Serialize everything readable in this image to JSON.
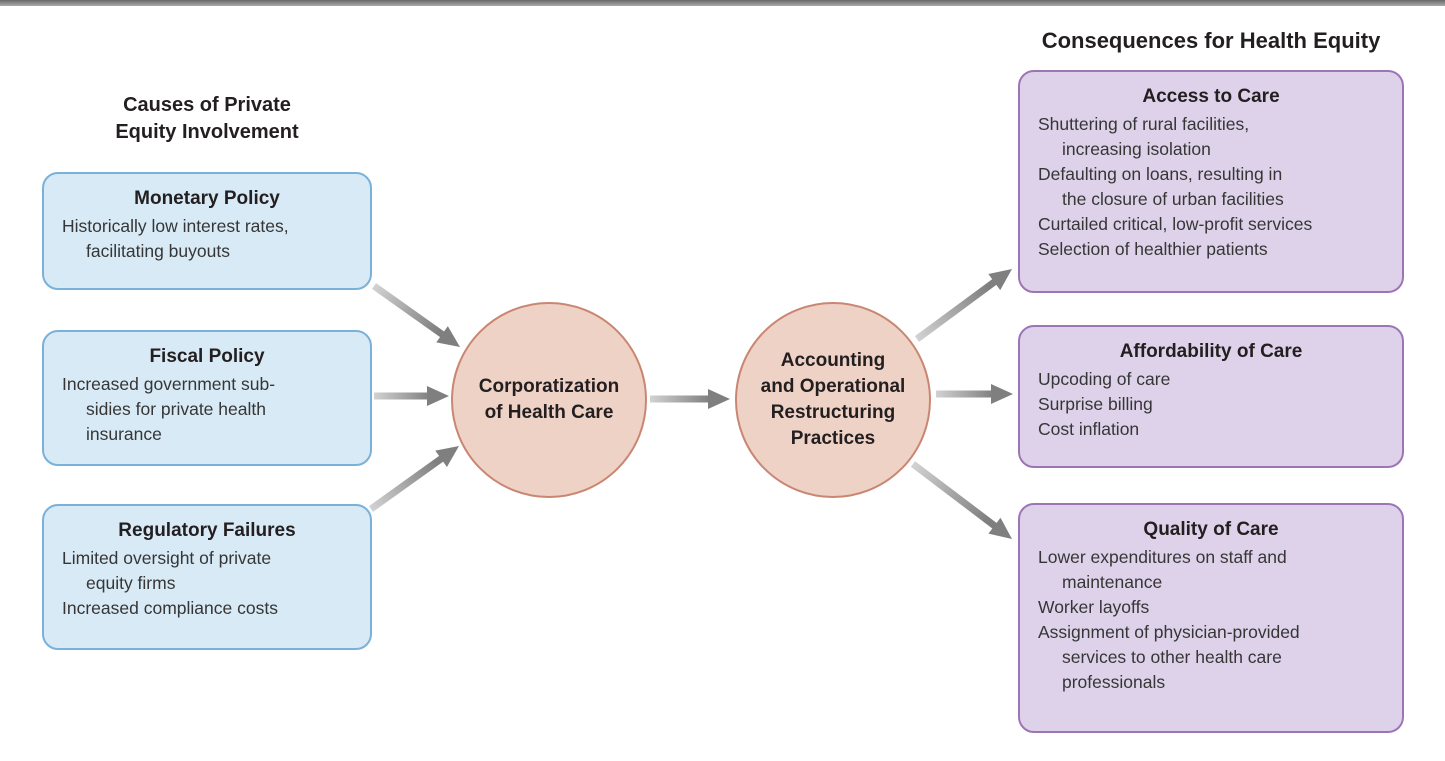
{
  "palette": {
    "blue_fill": "#d8eaf6",
    "blue_border": "#79b1d8",
    "purple_fill": "#ddd2e9",
    "purple_border": "#9d75b5",
    "salmon_fill": "#efd2c6",
    "salmon_border": "#c98672",
    "arrow_tail": "#d2d2d2",
    "arrow_head": "#7f7f7f",
    "top_bar_dark": "#686868",
    "top_bar_light": "#ababab",
    "heading_text": "#231f20",
    "body_text": "#363636"
  },
  "headers": {
    "left": {
      "lines": [
        {
          "text": "Causes of Private"
        },
        {
          "text": "Equity Involvement"
        }
      ]
    },
    "right": "Consequences for Health Equity"
  },
  "causes": [
    {
      "title": "Monetary Policy",
      "lines": [
        {
          "text": "Historically low interest rates,",
          "indent": 0
        },
        {
          "text": "facilitating buyouts",
          "indent": 1
        }
      ]
    },
    {
      "title": "Fiscal Policy",
      "lines": [
        {
          "text": "Increased government sub-",
          "indent": 0
        },
        {
          "text": "sidies for private health",
          "indent": 1
        },
        {
          "text": "insurance",
          "indent": 1
        }
      ]
    },
    {
      "title": "Regulatory Failures",
      "lines": [
        {
          "text": "Limited oversight of private",
          "indent": 0
        },
        {
          "text": "equity firms",
          "indent": 1
        },
        {
          "text": "Increased compliance costs",
          "indent": 0
        }
      ]
    }
  ],
  "process_nodes": [
    {
      "lines": [
        {
          "text": "Corporatization"
        },
        {
          "text": "of Health Care"
        }
      ]
    },
    {
      "lines": [
        {
          "text": "Accounting"
        },
        {
          "text": "and Operational"
        },
        {
          "text": "Restructuring"
        },
        {
          "text": "Practices"
        }
      ]
    }
  ],
  "consequences": [
    {
      "title": "Access to Care",
      "lines": [
        {
          "text": "Shuttering of rural facilities,",
          "indent": 0
        },
        {
          "text": "increasing isolation",
          "indent": 1
        },
        {
          "text": "Defaulting on loans, resulting in",
          "indent": 0
        },
        {
          "text": "the closure of urban facilities",
          "indent": 1
        },
        {
          "text": "Curtailed critical, low-profit services",
          "indent": 0
        },
        {
          "text": "Selection of healthier patients",
          "indent": 0
        }
      ]
    },
    {
      "title": "Affordability of Care",
      "lines": [
        {
          "text": "Upcoding of care",
          "indent": 0
        },
        {
          "text": "Surprise billing",
          "indent": 0
        },
        {
          "text": "Cost inflation",
          "indent": 0
        }
      ]
    },
    {
      "title": "Quality of Care",
      "lines": [
        {
          "text": "Lower expenditures on staff and",
          "indent": 0
        },
        {
          "text": "maintenance",
          "indent": 1
        },
        {
          "text": "Worker layoffs",
          "indent": 0
        },
        {
          "text": "Assignment of physician-provided",
          "indent": 0
        },
        {
          "text": "services to other health care",
          "indent": 1
        },
        {
          "text": "professionals",
          "indent": 1
        }
      ]
    }
  ]
}
